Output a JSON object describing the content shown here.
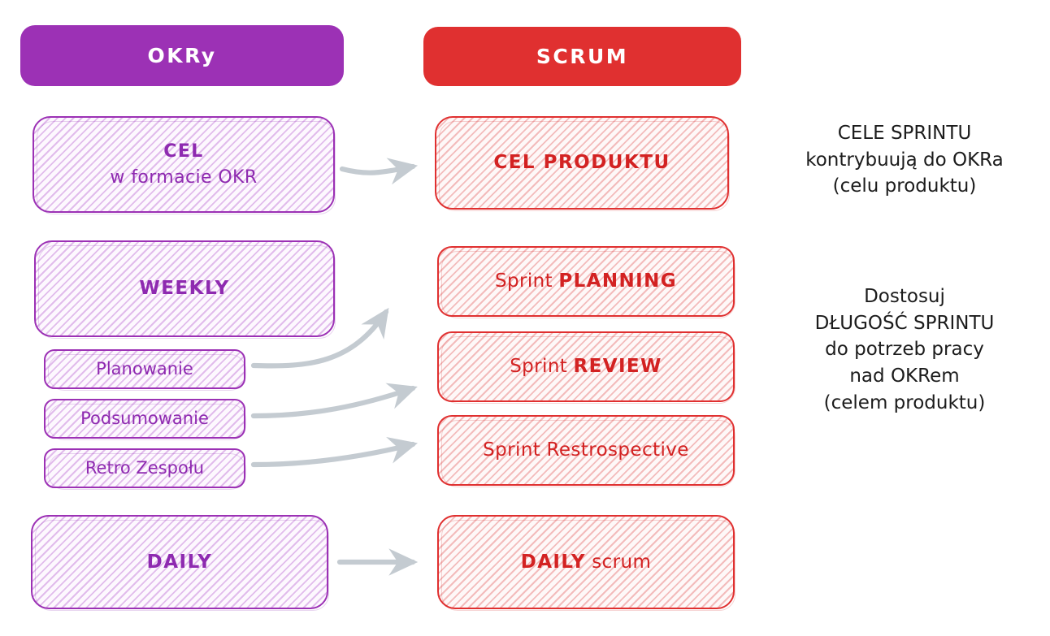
{
  "columns": {
    "left": {
      "header": "OKRy",
      "header_color": "#9C31B5",
      "accent": "#9C31B5",
      "cards": [
        {
          "line1": "CEL",
          "line2": "w formacie OKR"
        },
        {
          "line1": "WEEKLY"
        },
        {
          "line1": "Planowanie"
        },
        {
          "line1": "Podsumowanie"
        },
        {
          "line1": "Retro Zespołu"
        },
        {
          "line1": "DAILY"
        }
      ]
    },
    "right": {
      "header": "SCRUM",
      "header_color": "#E03030",
      "accent": "#E03030",
      "cards": [
        {
          "line1": "CEL PRODUKTU"
        },
        {
          "strong": "Sprint",
          "light": "PLANNING"
        },
        {
          "strong": "Sprint",
          "light": "REVIEW"
        },
        {
          "strong": "Sprint",
          "light": "Restrospective"
        },
        {
          "strong": "DAILY",
          "light": "scrum"
        }
      ]
    }
  },
  "cards": {
    "cel_line1": "CEL",
    "cel_line2": "w formacie OKR",
    "weekly": "WEEKLY",
    "planowanie": "Planowanie",
    "podsumowanie": "Podsumowanie",
    "retro_zespolu": "Retro Zespołu",
    "daily": "DAILY",
    "cel_produktu": "CEL PRODUKTU",
    "sprint_word": "Sprint",
    "planning": "PLANNING",
    "review": "REVIEW",
    "restrospective": "Restrospective",
    "daily_word": "DAILY",
    "scrum_word": "scrum"
  },
  "notes": {
    "note1": {
      "l1": "CELE SPRINTU",
      "l2": "kontrybuują do OKRa",
      "l3": "(celu produktu)"
    },
    "note2": {
      "l1": "Dostosuj",
      "l2": "DŁUGOŚĆ SPRINTU",
      "l3": "do potrzeb pracy",
      "l4": "nad OKRem",
      "l5": "(celem produktu)"
    }
  },
  "arrows": {
    "color": "#C4CBD1",
    "items": [
      {
        "name": "arrow-cel-to-celprodukt",
        "from": "CEL w formacie OKR",
        "to": "CEL PRODUKTU"
      },
      {
        "name": "arrow-planowanie-to-planning",
        "from": "Planowanie",
        "to": "Sprint PLANNING"
      },
      {
        "name": "arrow-podsumowanie-to-review",
        "from": "Podsumowanie",
        "to": "Sprint REVIEW"
      },
      {
        "name": "arrow-retro-to-restrospective",
        "from": "Retro Zespołu",
        "to": "Sprint Restrospective"
      },
      {
        "name": "arrow-daily-to-dailyscrum",
        "from": "DAILY",
        "to": "DAILY scrum"
      }
    ]
  },
  "palette": {
    "purple": "#9C31B5",
    "purple_text": "#8E2AB0",
    "red": "#E03030",
    "red_text": "#D32222",
    "arrow_gray": "#C4CBD1",
    "note_text": "#1C1C1C",
    "background": "#FFFFFF"
  }
}
